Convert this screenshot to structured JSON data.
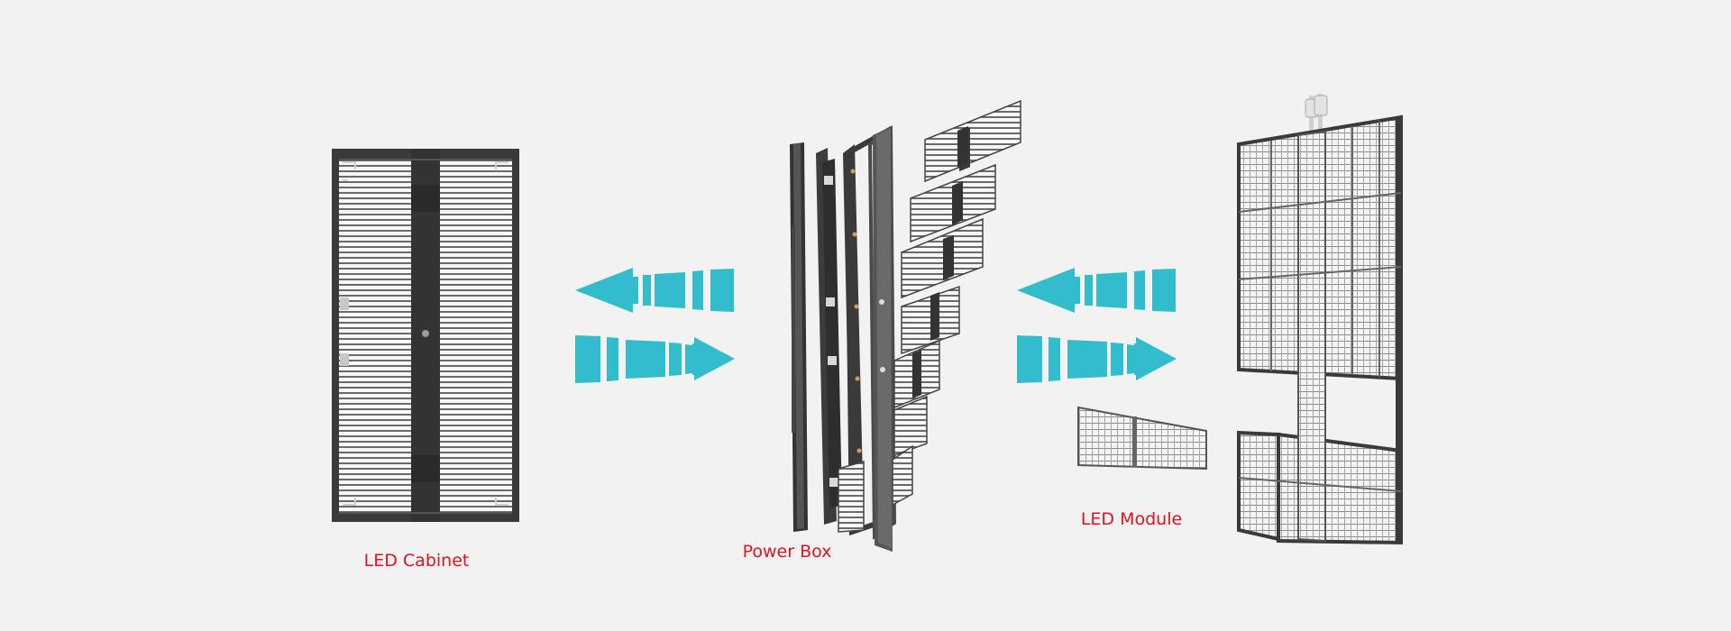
{
  "labels": {
    "cabinet": "LED Cabinet",
    "power_box": "Power Box",
    "module": "LED Module"
  },
  "colors": {
    "background": "#f2f2f2",
    "label": "#e0141e",
    "arrow": "#33bccb",
    "frame": "#3a3a3a",
    "strip": "#6a6a6a",
    "mesh": "#8c8c8c"
  }
}
